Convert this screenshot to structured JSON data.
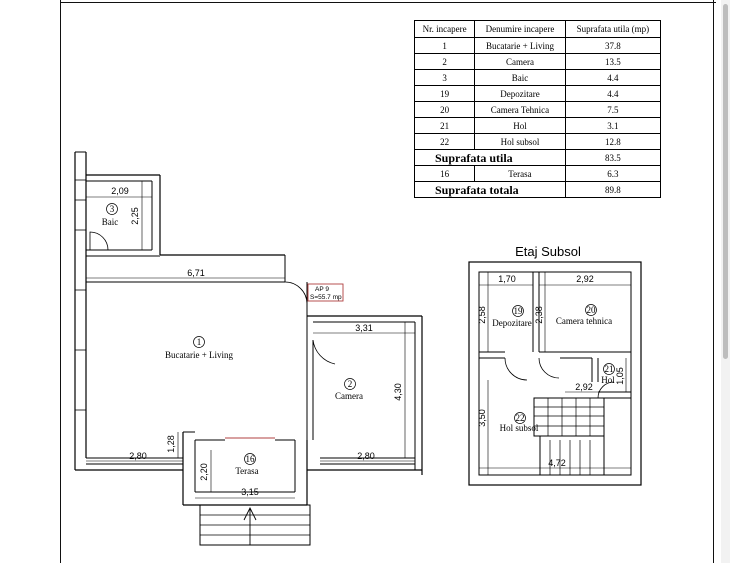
{
  "room_table": {
    "headers": [
      "Nr. incapere",
      "Denumire incapere",
      "Suprafata utila (mp)"
    ],
    "rows": [
      {
        "nr": "1",
        "name": "Bucatarie + Living",
        "area": "37.8"
      },
      {
        "nr": "2",
        "name": "Camera",
        "area": "13.5"
      },
      {
        "nr": "3",
        "name": "Baic",
        "area": "4.4"
      },
      {
        "nr": "19",
        "name": "Depozitare",
        "area": "4.4"
      },
      {
        "nr": "20",
        "name": "Camera Tehnica",
        "area": "7.5"
      },
      {
        "nr": "21",
        "name": "Hol",
        "area": "3.1"
      },
      {
        "nr": "22",
        "name": "Hol subsol",
        "area": "12.8"
      }
    ],
    "useful_label": "Suprafata utila",
    "useful_value": "83.5",
    "terrace": {
      "nr": "16",
      "name": "Terasa",
      "area": "6.3"
    },
    "total_label": "Suprafata totala",
    "total_value": "89.8"
  },
  "ground_floor": {
    "apartment_tag": {
      "line1": "AP 9",
      "line2": "S=55.7 mp"
    },
    "rooms": {
      "baie": {
        "nr": "3",
        "name": "Baic"
      },
      "living": {
        "nr": "1",
        "name": "Bucatarie + Living"
      },
      "camera": {
        "nr": "2",
        "name": "Camera"
      },
      "terasa": {
        "nr": "16",
        "name": "Terasa"
      }
    },
    "dims": {
      "baie_w": "2,09",
      "baie_h": "2,25",
      "living_w": "6,71",
      "camera_w": "3,31",
      "camera_h": "4,30",
      "window_left": "2,80",
      "window_right": "2,80",
      "step_h": "1,28",
      "terrace_h": "2,20",
      "terrace_w": "3,15"
    }
  },
  "basement": {
    "title": "Etaj Subsol",
    "rooms": {
      "depozitare": {
        "nr": "19",
        "name": "Depozitare"
      },
      "tehnica": {
        "nr": "20",
        "name": "Camera tehnica"
      },
      "hol": {
        "nr": "21",
        "name": "Hol"
      },
      "hol_subsol": {
        "nr": "22",
        "name": "Hol subsol"
      }
    },
    "dims": {
      "dep_w": "1,70",
      "teh_w": "2,92",
      "dep_h": "2,58",
      "teh_h": "2,38",
      "hol_w": "2,92",
      "hol_h": "1,05",
      "hs_h": "3,50",
      "total_w": "4,72"
    }
  }
}
